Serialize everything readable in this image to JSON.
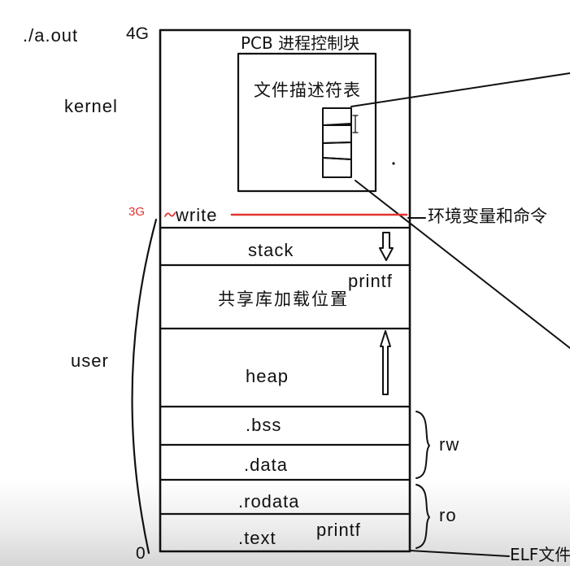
{
  "program": "./a.out",
  "address_marks": {
    "top": "4G",
    "boundary": "3G",
    "bottom": "0"
  },
  "spaces": {
    "kernel": "kernel",
    "user": "user"
  },
  "pcb": {
    "title": "PCB 进程控制块",
    "fd_table": "文件描述符表"
  },
  "boundary_call": "write",
  "env_note": "环境变量和命令",
  "segments": {
    "stack": "stack",
    "shared_libs": "共享库加载位置",
    "heap": "heap",
    "bss": ".bss",
    "data": ".data",
    "rodata": ".rodata",
    "text": ".text"
  },
  "annotations": {
    "printf_shared": "printf",
    "printf_text": "printf",
    "rw": "rw",
    "ro": "ro",
    "elf": "ELF文件"
  },
  "colors": {
    "ink": "#111111",
    "boundary": "#e3342f",
    "background": "#ffffff"
  }
}
